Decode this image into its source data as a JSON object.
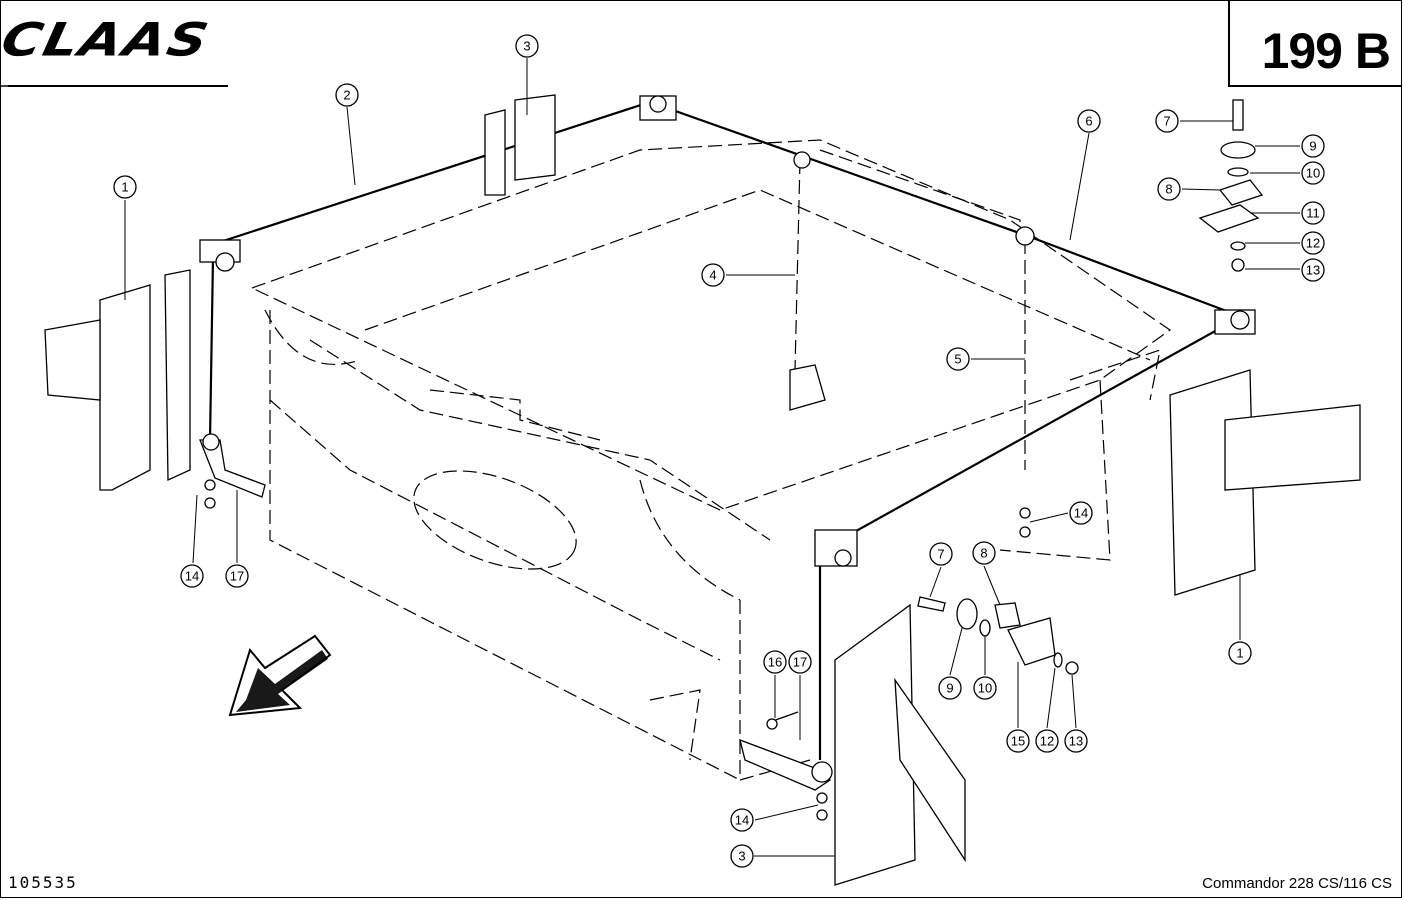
{
  "header": {
    "brand": "CLAAS",
    "page_number": "199 B"
  },
  "footer": {
    "drawing_number": "105535",
    "model": "Commandor 228 CS/116 CS"
  },
  "callouts": [
    {
      "id": "c1a",
      "label": "1"
    },
    {
      "id": "c1b",
      "label": "1"
    },
    {
      "id": "c2",
      "label": "2"
    },
    {
      "id": "c3a",
      "label": "3"
    },
    {
      "id": "c3b",
      "label": "3"
    },
    {
      "id": "c4",
      "label": "4"
    },
    {
      "id": "c5",
      "label": "5"
    },
    {
      "id": "c6",
      "label": "6"
    },
    {
      "id": "c7a",
      "label": "7"
    },
    {
      "id": "c7b",
      "label": "7"
    },
    {
      "id": "c8a",
      "label": "8"
    },
    {
      "id": "c8b",
      "label": "8"
    },
    {
      "id": "c9a",
      "label": "9"
    },
    {
      "id": "c9b",
      "label": "9"
    },
    {
      "id": "c10a",
      "label": "10"
    },
    {
      "id": "c10b",
      "label": "10"
    },
    {
      "id": "c11",
      "label": "11"
    },
    {
      "id": "c12a",
      "label": "12"
    },
    {
      "id": "c12b",
      "label": "12"
    },
    {
      "id": "c13a",
      "label": "13"
    },
    {
      "id": "c13b",
      "label": "13"
    },
    {
      "id": "c14a",
      "label": "14"
    },
    {
      "id": "c14b",
      "label": "14"
    },
    {
      "id": "c14c",
      "label": "14"
    },
    {
      "id": "c15",
      "label": "15"
    },
    {
      "id": "c16",
      "label": "16"
    },
    {
      "id": "c17a",
      "label": "17"
    },
    {
      "id": "c17b",
      "label": "17"
    }
  ]
}
